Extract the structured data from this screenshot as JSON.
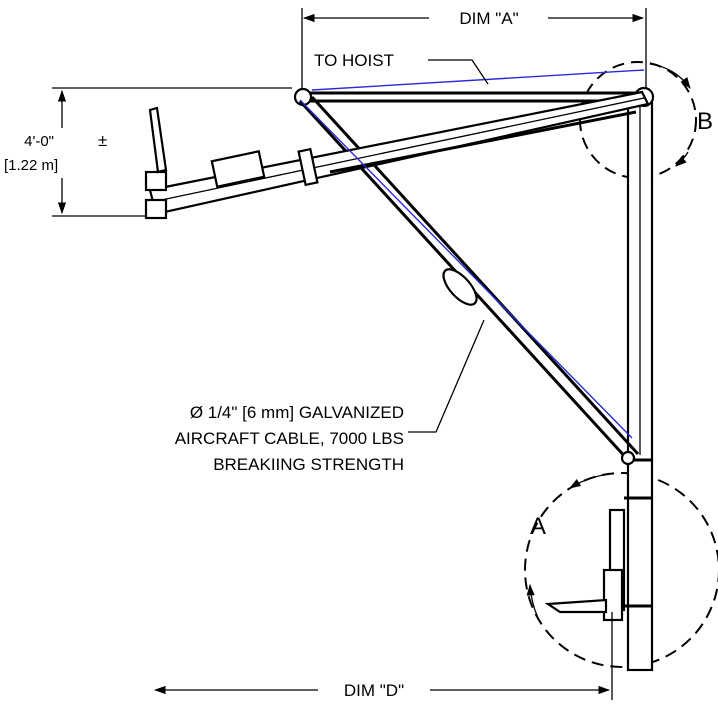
{
  "dimensions": {
    "a_label": "DIM \"A\"",
    "d_label": "DIM \"D\"",
    "height_value": "4'-0\"",
    "height_tolerance": "±",
    "height_metric": "[1.22 m]"
  },
  "callouts": {
    "to_hoist": "TO HOIST",
    "cable_line1": "Ø 1/4\" [6 mm] GALVANIZED",
    "cable_line2": "AIRCRAFT CABLE, 7000 LBS",
    "cable_line3": "BREAKIING STRENGTH"
  },
  "details": {
    "a": "A",
    "b": "B"
  },
  "colors": {
    "cable": "#2b2bd6",
    "lines": "#000000"
  }
}
